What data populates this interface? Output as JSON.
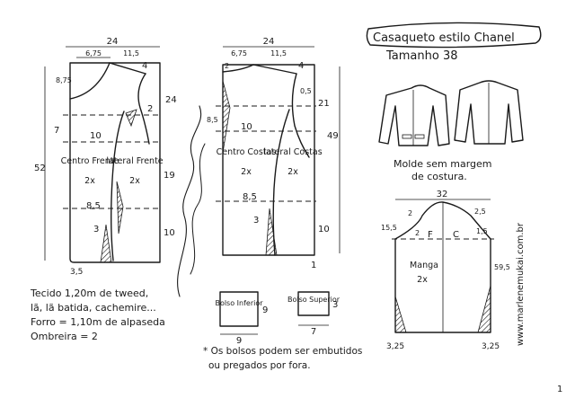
{
  "title": {
    "line1": "Casaqueto estilo Chanel",
    "line2": "Tamanho 38"
  },
  "front": {
    "top_width": "24",
    "shoulder_left": "6,75",
    "shoulder_right": "11,5",
    "neck_drop": "8,75",
    "shoulder_drop": "4",
    "side_height": "24",
    "dart_top": "2",
    "label_1": "7",
    "label_2": "10",
    "total_height": "52",
    "side_lower": "19",
    "waist": "8,5",
    "dart_bottom": "3",
    "hem": "10",
    "bottom": "3,5",
    "piece_1": "Centro Frente",
    "piece_1_qty": "2x",
    "piece_2": "lateral Frente",
    "piece_2_qty": "2x"
  },
  "back": {
    "top_width": "24",
    "shoulder_left": "6,75",
    "shoulder_right": "11,5",
    "shoulder_drop": "4",
    "neck_drop": "2",
    "dart_top": "0,5",
    "armhole": "21",
    "label_1": "8,5",
    "label_2": "10",
    "total_height": "49",
    "waist": "8,5",
    "dart_bottom": "3",
    "hem": "10",
    "bottom": "1",
    "piece_1": "Centro Costas",
    "piece_1_qty": "2x",
    "piece_2": "lateral Costas",
    "piece_2_qty": "2x"
  },
  "sleeve": {
    "width": "32",
    "cap_left": "15,5",
    "cap_label_1": "2",
    "cap_label_2": "2,5",
    "cap_label_3": "2",
    "cap_label_4": "1,5",
    "mark_f": "F",
    "mark_c": "C",
    "piece": "Manga",
    "piece_qty": "2x",
    "length": "59,5",
    "bottom_left": "3,25",
    "bottom_right": "3,25"
  },
  "pockets": {
    "lower_name": "Bolso Inferior",
    "lower_h": "9",
    "lower_w": "9",
    "upper_name": "Bolso Superior",
    "upper_h": "3",
    "upper_w": "7",
    "note_line1": "* Os bolsos podem ser embutidos",
    "note_line2": "ou pregados por fora."
  },
  "notes": {
    "fabric": "Tecido 1,20m de tweed,",
    "fabric_2": "lã, lã batida, cachemire...",
    "lining": "Forro = 1,10m de alpaseda",
    "shoulder_pad": "Ombreira = 2",
    "seam": "Molde sem margem",
    "seam_2": "de costura.",
    "website": "www.marlenemukai.com.br",
    "page": "1"
  },
  "colors": {
    "ink": "#1a1a1a",
    "paper": "#ffffff"
  }
}
